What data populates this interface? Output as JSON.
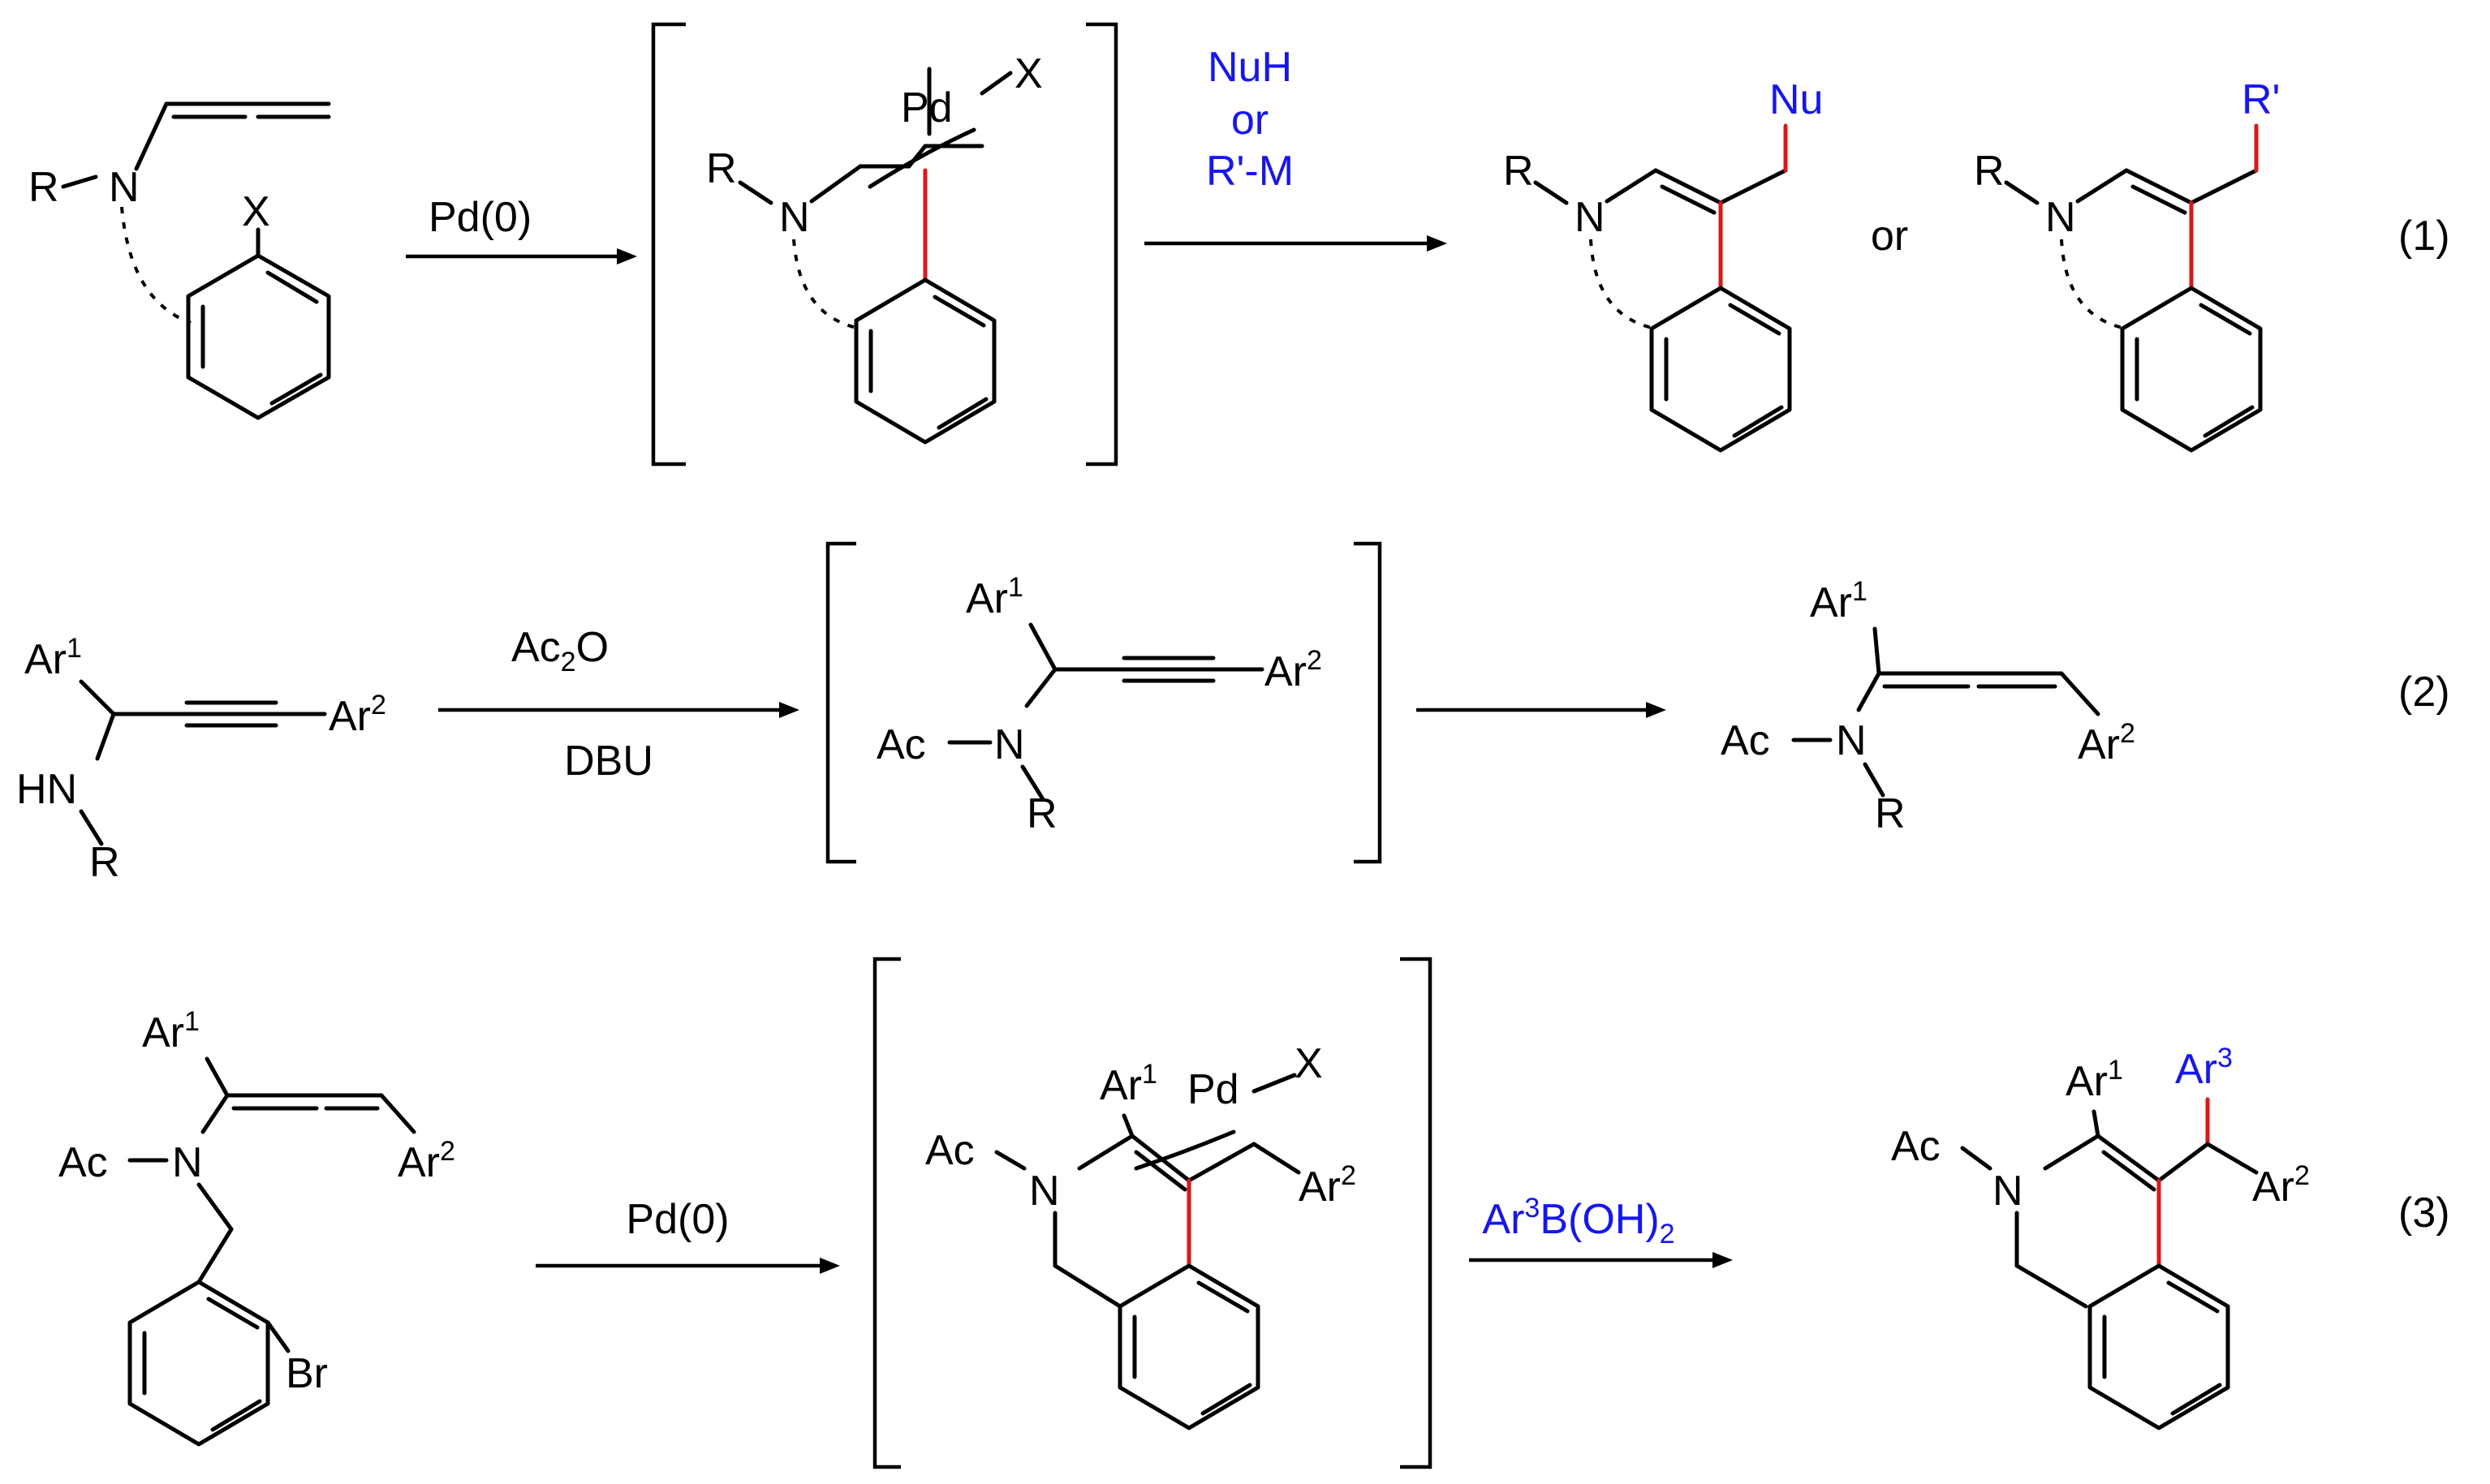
{
  "scheme": {
    "reaction1": {
      "reagent": "Pd(0)",
      "conditions": [
        "NuH",
        "or",
        "R'-M"
      ],
      "connector": "or",
      "number": "(1)",
      "atoms": {
        "R": "R",
        "N": "N",
        "X": "X",
        "Pd": "Pd",
        "Nu": "Nu",
        "Rp": "R'"
      }
    },
    "reaction2": {
      "reagent_top": "Ac",
      "reagent_top_sub": "2",
      "reagent_top_tail": "O",
      "reagent_bottom": "DBU",
      "number": "(2)",
      "atoms": {
        "Ar": "Ar",
        "sup1": "1",
        "sup2": "2",
        "HN": "HN",
        "R": "R",
        "Ac": "Ac",
        "N": "N"
      }
    },
    "reaction3": {
      "reagent1": "Pd(0)",
      "reagent2_a": "Ar",
      "reagent2_sup": "3",
      "reagent2_b": "B(OH)",
      "reagent2_sub": "2",
      "number": "(3)",
      "atoms": {
        "Ar": "Ar",
        "sup1": "1",
        "sup2": "2",
        "sup3": "3",
        "Ac": "Ac",
        "N": "N",
        "Br": "Br",
        "Pd": "Pd",
        "X": "X"
      }
    }
  },
  "colors": {
    "reagent_blue": "#1414ff",
    "new_bond_red": "#e01616"
  }
}
